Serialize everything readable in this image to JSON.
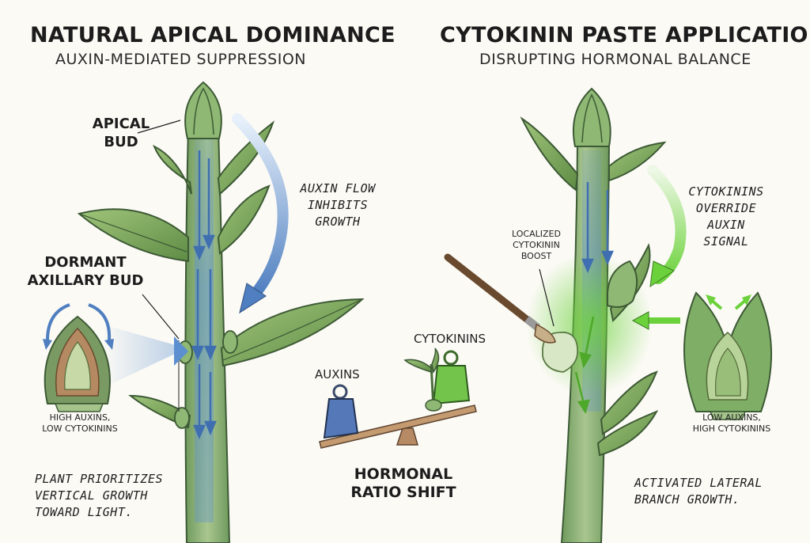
{
  "left_panel": {
    "title": "NATURAL APICAL DOMINANCE",
    "subtitle": "AUXIN-MEDIATED SUPPRESSION",
    "apical_bud_label": [
      "APICAL",
      "BUD"
    ],
    "dormant_bud_label": [
      "DORMANT",
      "AXILLARY BUD"
    ],
    "auxin_flow_note": [
      "AUXIN FLOW",
      "INHIBITS",
      "GROWTH"
    ],
    "ratio_label": [
      "HIGH AUXINS,",
      "LOW CYTOKININS"
    ],
    "footer_note": [
      "PLANT PRIORITIZES",
      "VERTICAL GROWTH",
      "TOWARD LIGHT."
    ]
  },
  "center_panel": {
    "auxins_label": "AUXINS",
    "cytokinins_label": "CYTOKININS",
    "balance_label": [
      "HORMONAL",
      "RATIO SHIFT"
    ]
  },
  "right_panel": {
    "title": "CYTOKININ PASTE APPLICATION",
    "subtitle": "DISRUPTING HORMONAL BALANCE",
    "boost_label": [
      "LOCALIZED",
      "CYTOKININ",
      "BOOST"
    ],
    "override_note": [
      "CYTOKININS",
      "OVERRIDE",
      "AUXIN",
      "SIGNAL"
    ],
    "ratio_label": [
      "LOW AUXINS,",
      "HIGH CYTOKININS"
    ],
    "footer_note": [
      "ACTIVATED LATERAL",
      "BRANCH GROWTH."
    ]
  },
  "colors": {
    "auxin_blue": "#4f7fc0",
    "cytokinin_green": "#6cd23c",
    "stem_green": "#8fb27a",
    "leaf_green": "#7ea85c"
  },
  "icons": [
    "brush-icon",
    "balance-scale-icon",
    "weight-icon"
  ]
}
